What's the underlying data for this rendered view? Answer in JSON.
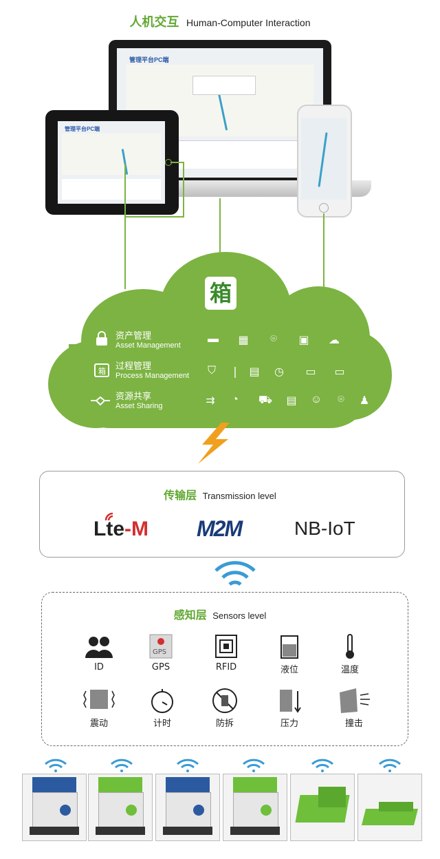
{
  "header": {
    "title_cn": "人机交互",
    "title_en": "Human-Computer Interaction"
  },
  "devices": {
    "laptop_screen_title": "管理平台PC端",
    "tablet_screen_title": "管理平台PC端"
  },
  "cloud": {
    "logo": "箱",
    "rows": [
      {
        "cn": "资产管理",
        "en": "Asset Management",
        "icon": "lock-icon"
      },
      {
        "cn": "过程管理",
        "en": "Process Management",
        "icon": "process-box-icon"
      },
      {
        "cn": "资源共享",
        "en": "Asset Sharing",
        "icon": "handshake-icon"
      }
    ]
  },
  "transmission": {
    "title_cn": "传输层",
    "title_en": "Transmission level",
    "logos": {
      "lte_a": "Lte",
      "lte_b": "-M",
      "m2m": "M2M",
      "nbiot": "NB-IoT"
    }
  },
  "sensors": {
    "title_cn": "感知层",
    "title_en": "Sensors level",
    "items": [
      {
        "label": "ID",
        "icon": "people-icon"
      },
      {
        "label": "GPS",
        "icon": "gps-icon"
      },
      {
        "label": "RFID",
        "icon": "rfid-icon"
      },
      {
        "label": "液位",
        "icon": "liquid-level-icon"
      },
      {
        "label": "温度",
        "icon": "thermometer-icon"
      },
      {
        "label": "震动",
        "icon": "vibration-icon"
      },
      {
        "label": "计时",
        "icon": "stopwatch-icon"
      },
      {
        "label": "防拆",
        "icon": "anti-tamper-icon"
      },
      {
        "label": "压力",
        "icon": "pressure-icon"
      },
      {
        "label": "撞击",
        "icon": "impact-icon"
      }
    ]
  },
  "colors": {
    "accent": "#7cb342",
    "title_green": "#62a833",
    "bolt": "#f0a01e",
    "wifi": "#3a9bd6"
  }
}
